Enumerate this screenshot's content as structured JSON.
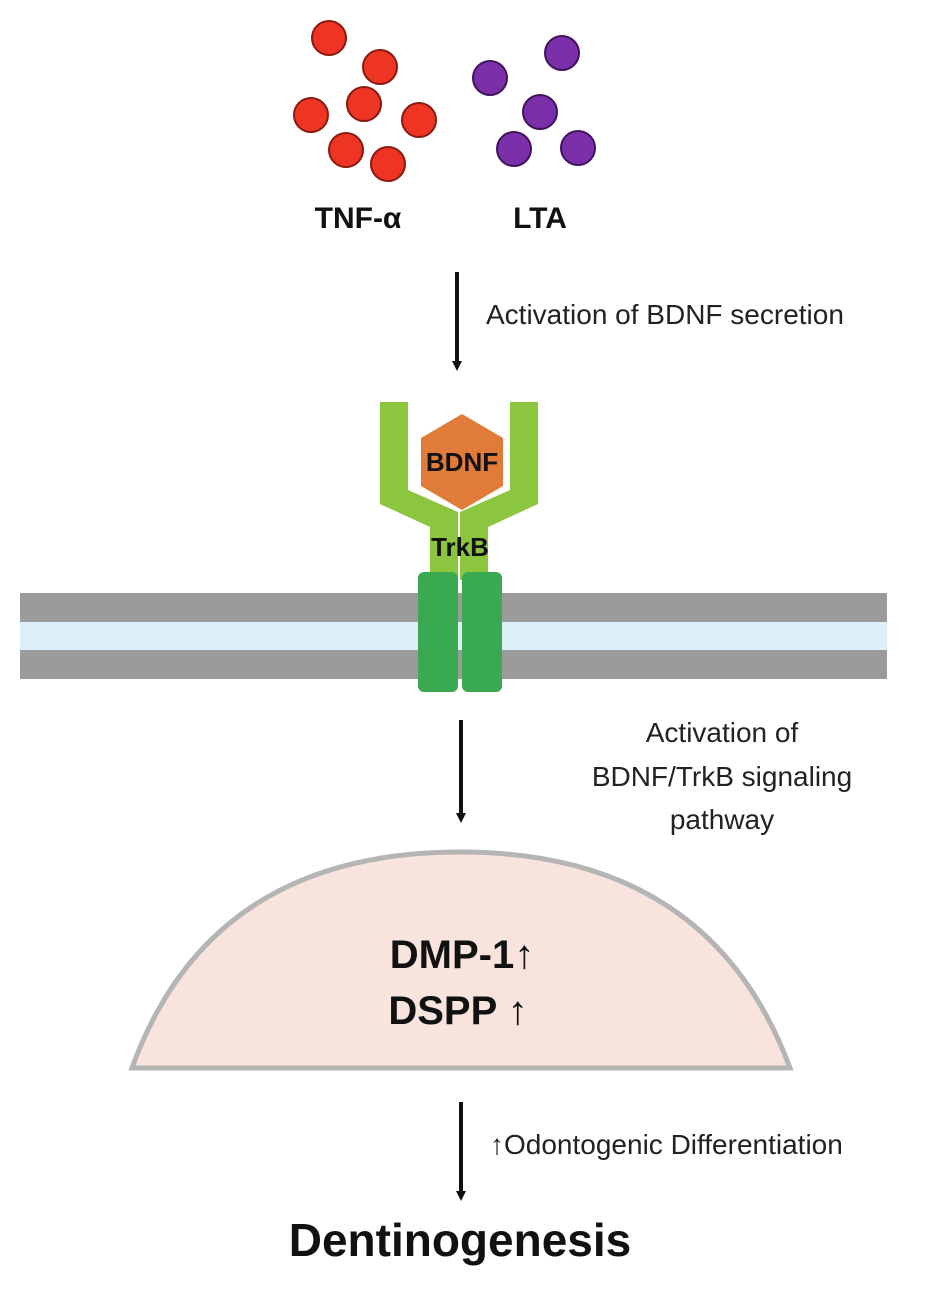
{
  "ligands": {
    "tnf_label": "TNF-α",
    "lta_label": "LTA",
    "tnf_color": "#ee3524",
    "lta_color": "#7b2fa8"
  },
  "steps": {
    "secretion": "Activation of BDNF secretion",
    "signaling_line1": "Activation of",
    "signaling_line2": "BDNF/TrkB signaling",
    "signaling_line3": "pathway",
    "differentiation": "↑Odontogenic Differentiation"
  },
  "receptor": {
    "ligand_label": "BDNF",
    "receptor_label": "TrkB",
    "ligand_color": "#e07b39",
    "receptor_light": "#8cc63f",
    "receptor_dark": "#3aaa52"
  },
  "membrane": {
    "outer_color": "#9b9b9b",
    "inner_color": "#ddeef8"
  },
  "nucleus": {
    "marker1": "DMP-1↑",
    "marker2": "DSPP ↑",
    "fill_color": "#f8e4dc",
    "edge_color": "#b5b5b5"
  },
  "outcome": {
    "label": "Dentinogenesis"
  }
}
